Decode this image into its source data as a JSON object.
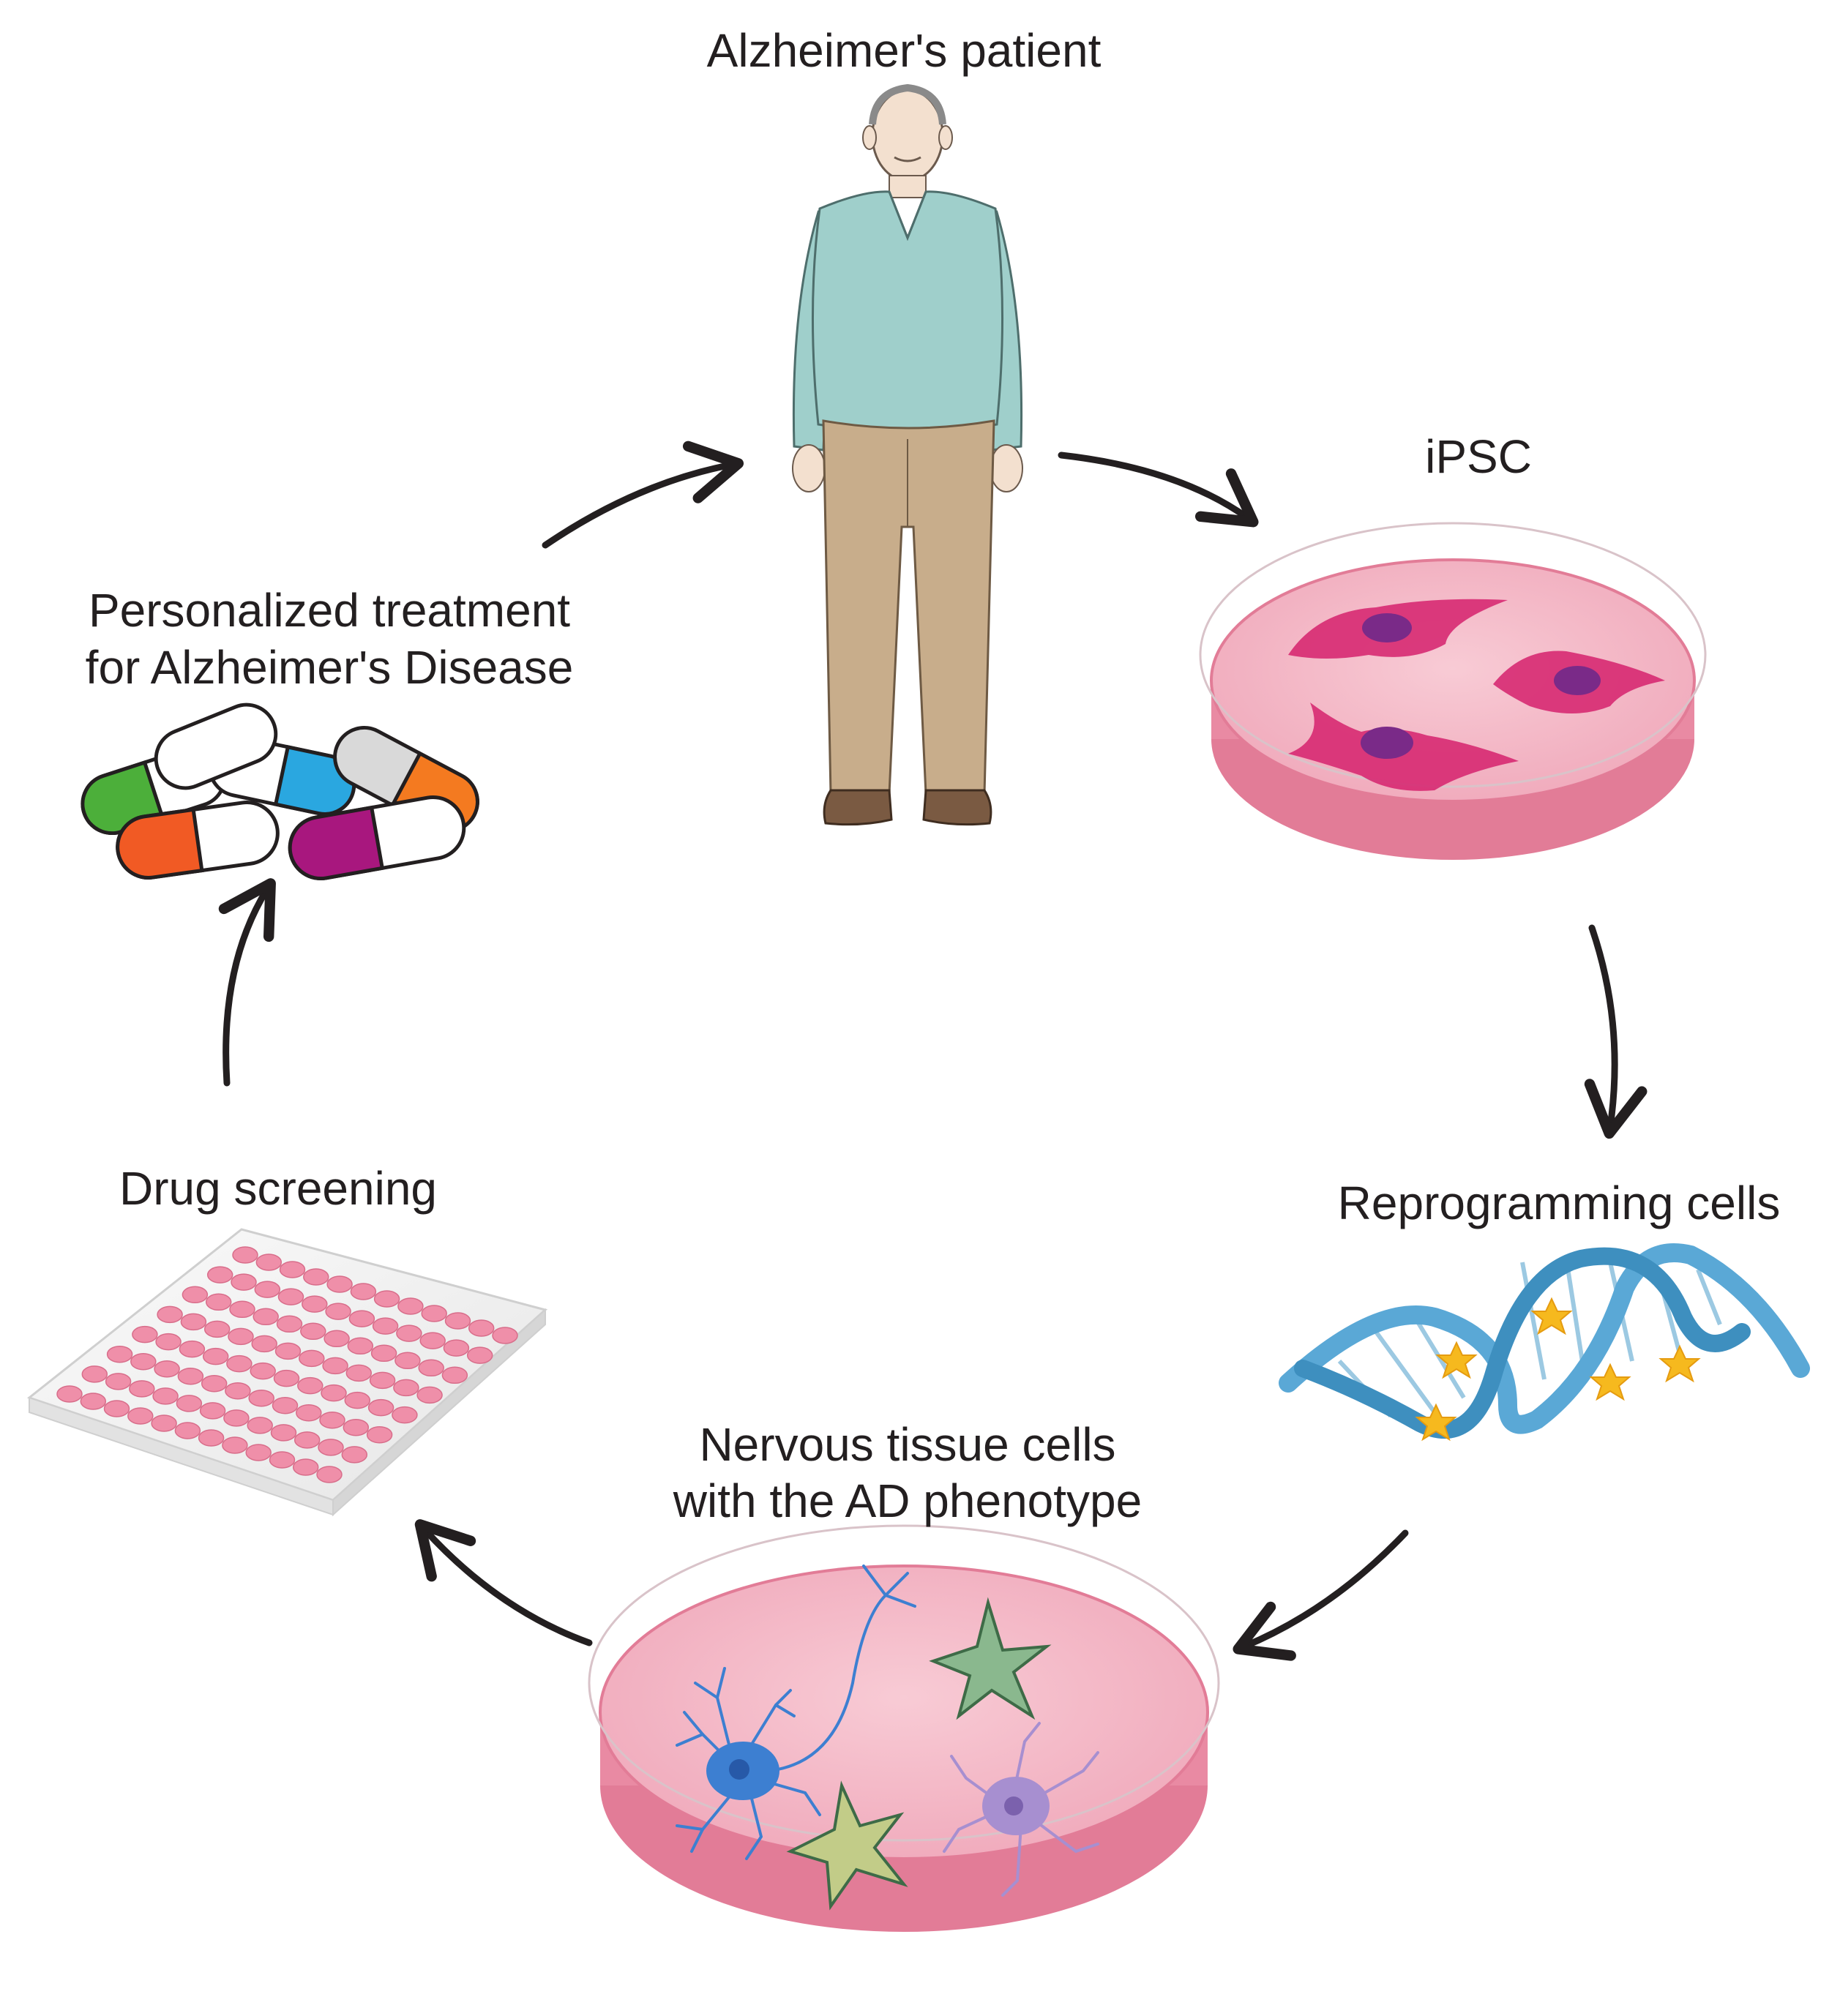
{
  "diagram": {
    "steps": {
      "patient": {
        "label": "Alzheimer's patient"
      },
      "ipsc": {
        "label": "iPSC"
      },
      "reprogramming": {
        "label": "Reprogramming cells"
      },
      "nervous": {
        "line1": "Nervous tissue cells",
        "line2": "with the AD phenotype"
      },
      "screening": {
        "label": "Drug screening"
      },
      "treatment": {
        "line1": "Personalized treatment",
        "line2": "for Alzheimer's Disease"
      }
    },
    "colors": {
      "arrow": "#231f20",
      "dish_pink": "#f3b7c4",
      "dish_rim": "#e27c97",
      "cell_magenta": "#d6266f",
      "nucleus_purple": "#7a2a88",
      "dna_blue": "#5aa8d6",
      "star_yellow": "#f6b91e",
      "sweater": "#9fcfcb",
      "trousers": "#c8ad8b",
      "shoes": "#7a5a42"
    }
  }
}
